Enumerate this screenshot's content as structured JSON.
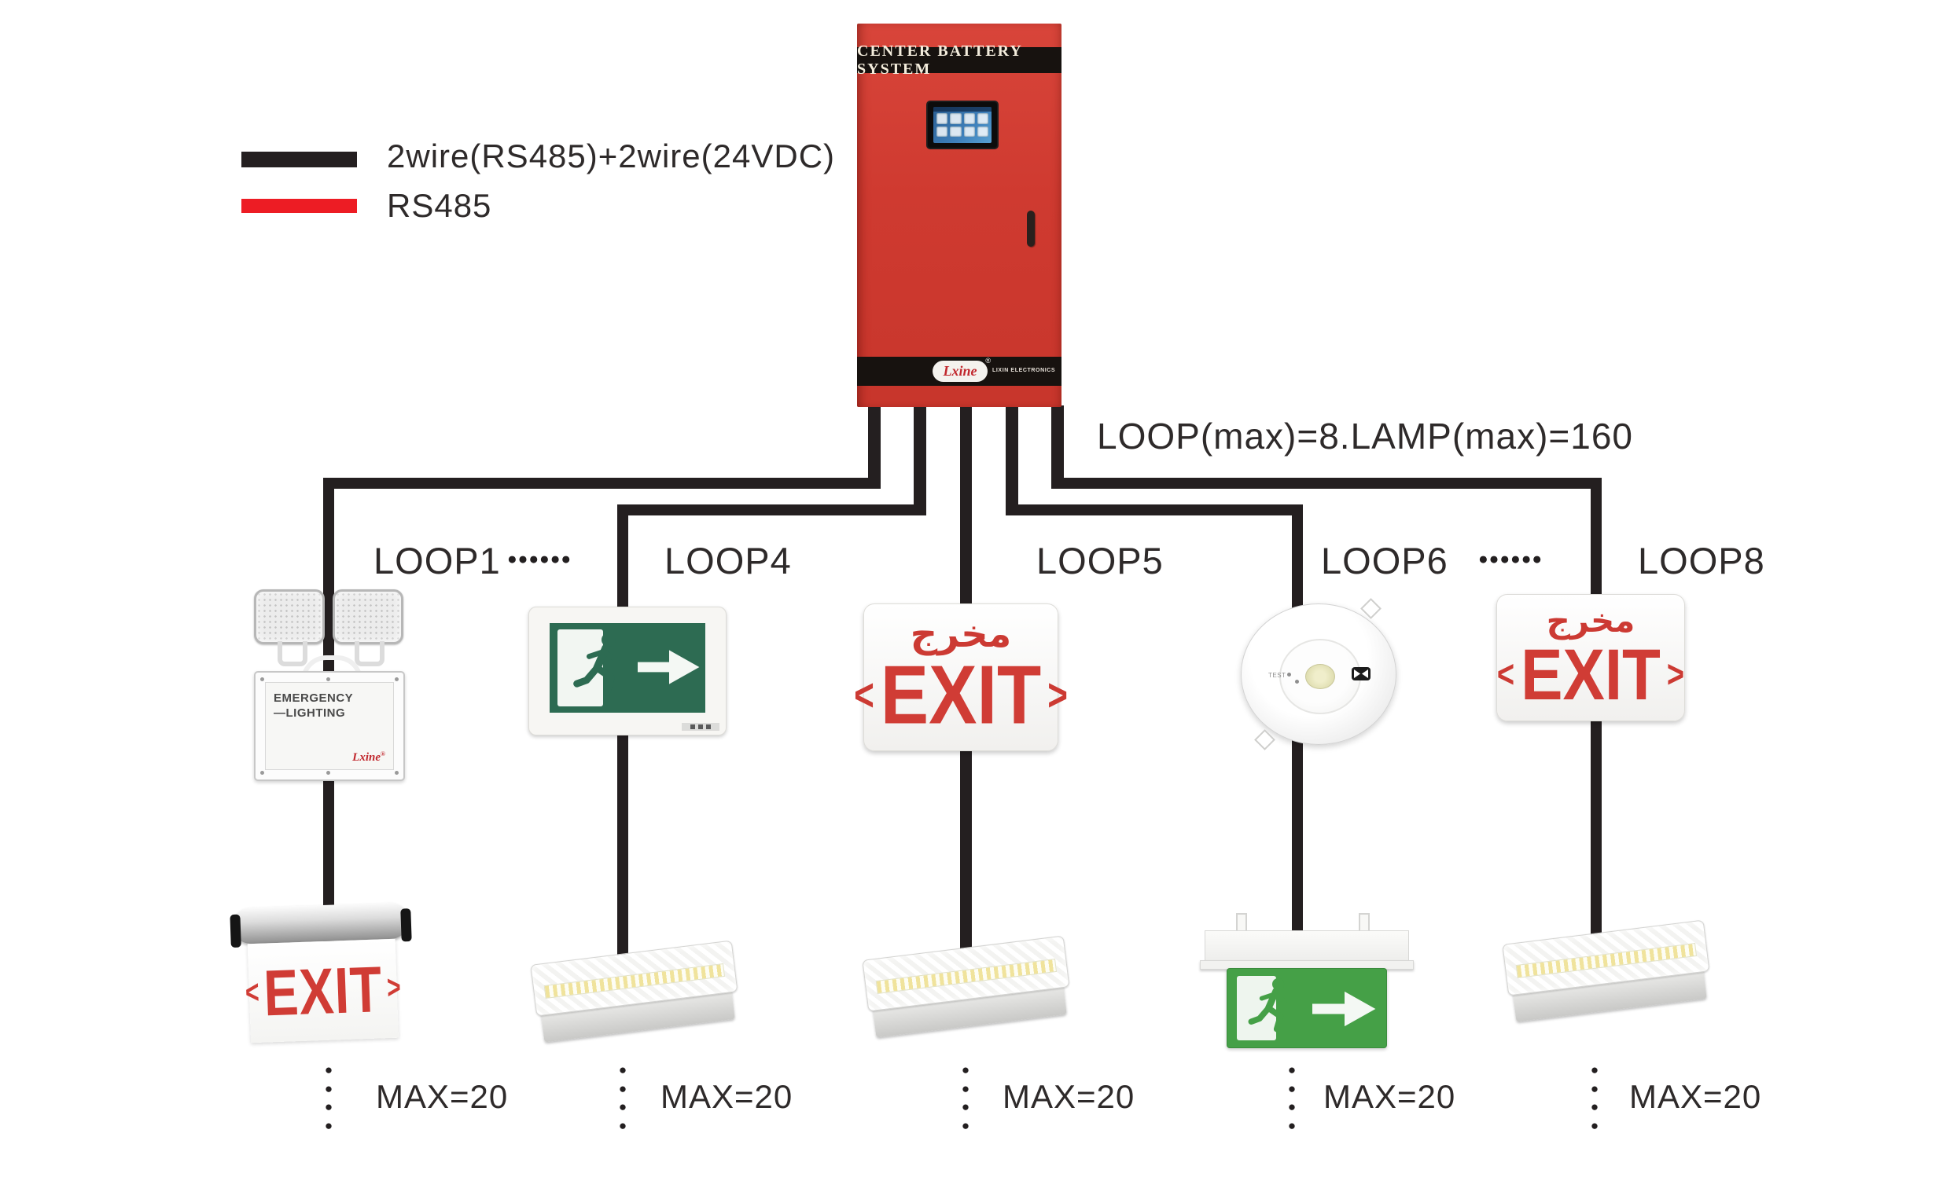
{
  "legend": {
    "items": [
      {
        "label": "2wire(RS485)+2wire(24VDC)",
        "color": "#241f20"
      },
      {
        "label": "RS485",
        "color": "#ed1c24"
      }
    ]
  },
  "cabinet": {
    "title": "CENTER BATTERY SYSTEM",
    "brand": "Lxine",
    "brand_reg": "®",
    "brand_company": "LIXIN ELECTRONICS",
    "body_color": "#cf3a30",
    "band_color": "#17120f"
  },
  "annotation": {
    "text": "LOOP(max)=8.LAMP(max)=160"
  },
  "loop_row": {
    "loop1": "LOOP1",
    "loop4": "LOOP4",
    "loop5": "LOOP5",
    "loop6": "LOOP6",
    "loop8": "LOOP8",
    "dots": "●●●●●●"
  },
  "columns": {
    "max_label": "MAX=20",
    "dots_vertical": "●\n●\n●\n●"
  },
  "devices": {
    "twin_spot": {
      "line1": "EMERGENCY",
      "line2": "—LIGHTING",
      "brand": "Lxine",
      "reg": "®"
    },
    "exit_edge_lit": {
      "chevron_left": "<",
      "word": "EXIT",
      "chevron_right": ">"
    },
    "exit_arabic": {
      "arabic": "مخرج",
      "chevron_left": "<",
      "word": "EXIT",
      "chevron_right": ">"
    },
    "downlight": {
      "test_label": "TEST"
    }
  },
  "colors": {
    "wire_black": "#241f20",
    "legend_red": "#ed1c24",
    "exit_red": "#cc3a33",
    "sign_green_dark": "#2d6b52",
    "sign_green_bright": "#45a047"
  }
}
